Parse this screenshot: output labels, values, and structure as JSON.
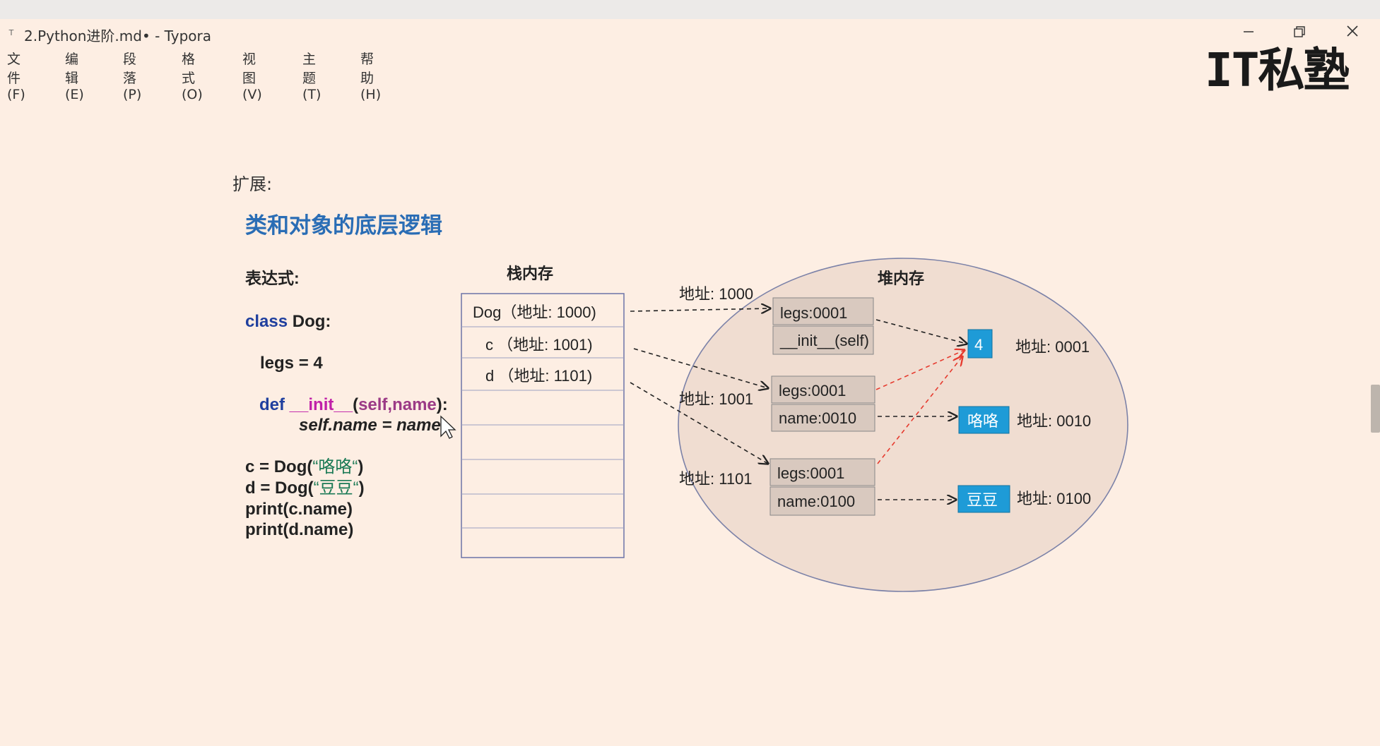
{
  "window": {
    "title": "2.Python进阶.md• - Typora",
    "app_icon": "T"
  },
  "menu": [
    "文件(F)",
    "编辑(E)",
    "段落(P)",
    "格式(O)",
    "视图(V)",
    "主题(T)",
    "帮助(H)"
  ],
  "logo": "IT私塾",
  "doc": {
    "expand_label": "扩展:"
  },
  "diagram": {
    "title": "类和对象的底层逻辑",
    "expr_label": "表达式:",
    "code": {
      "class_kw": "class",
      "class_name": " Dog:",
      "legs_line": "legs = 4",
      "def_kw": "def",
      "init_name": "__init__",
      "paren_open": "(",
      "params": "self,name",
      "paren_close": "):",
      "assign_line": "self.name = name",
      "c_pre": "c = Dog(",
      "c_arg": "“咯咯“",
      "c_post": ")",
      "d_pre": "d = Dog(",
      "d_arg": "“豆豆“",
      "d_post": ")",
      "print_c": "print(c.name)",
      "print_d": "print(d.name)"
    },
    "stack": {
      "label": "栈内存",
      "cells": [
        "Dog（地址:  1000)",
        "c （地址:  1001)",
        "d （地址:  1101)",
        "",
        "",
        "",
        "",
        ""
      ]
    },
    "heap": {
      "label": "堆内存",
      "addr_labels": [
        "地址:  1000",
        "地址:  1001",
        "地址:  1101"
      ],
      "dog_obj": [
        "legs:0001",
        "__init__(self)"
      ],
      "c_obj": [
        "legs:0001",
        "name:0010"
      ],
      "d_obj": [
        "legs:0001",
        "name:0100"
      ],
      "values": [
        {
          "text": "4",
          "addr": "地址:  0001"
        },
        {
          "text": "咯咯",
          "addr": "地址:  0010"
        },
        {
          "text": "豆豆",
          "addr": "地址:  0100"
        }
      ]
    },
    "colors": {
      "title": "#2a6db5",
      "keyword": "#1f3f9e",
      "init_name": "#c020a8",
      "params": "#9b3a86",
      "string": "#1a7a55",
      "value_box": "#1e9bd7",
      "heap_fill": "#f0ddd1",
      "heap_stroke": "#7c82a8",
      "obj_fill": "#d9c9bf",
      "red_arrow": "#e63a2e"
    }
  }
}
